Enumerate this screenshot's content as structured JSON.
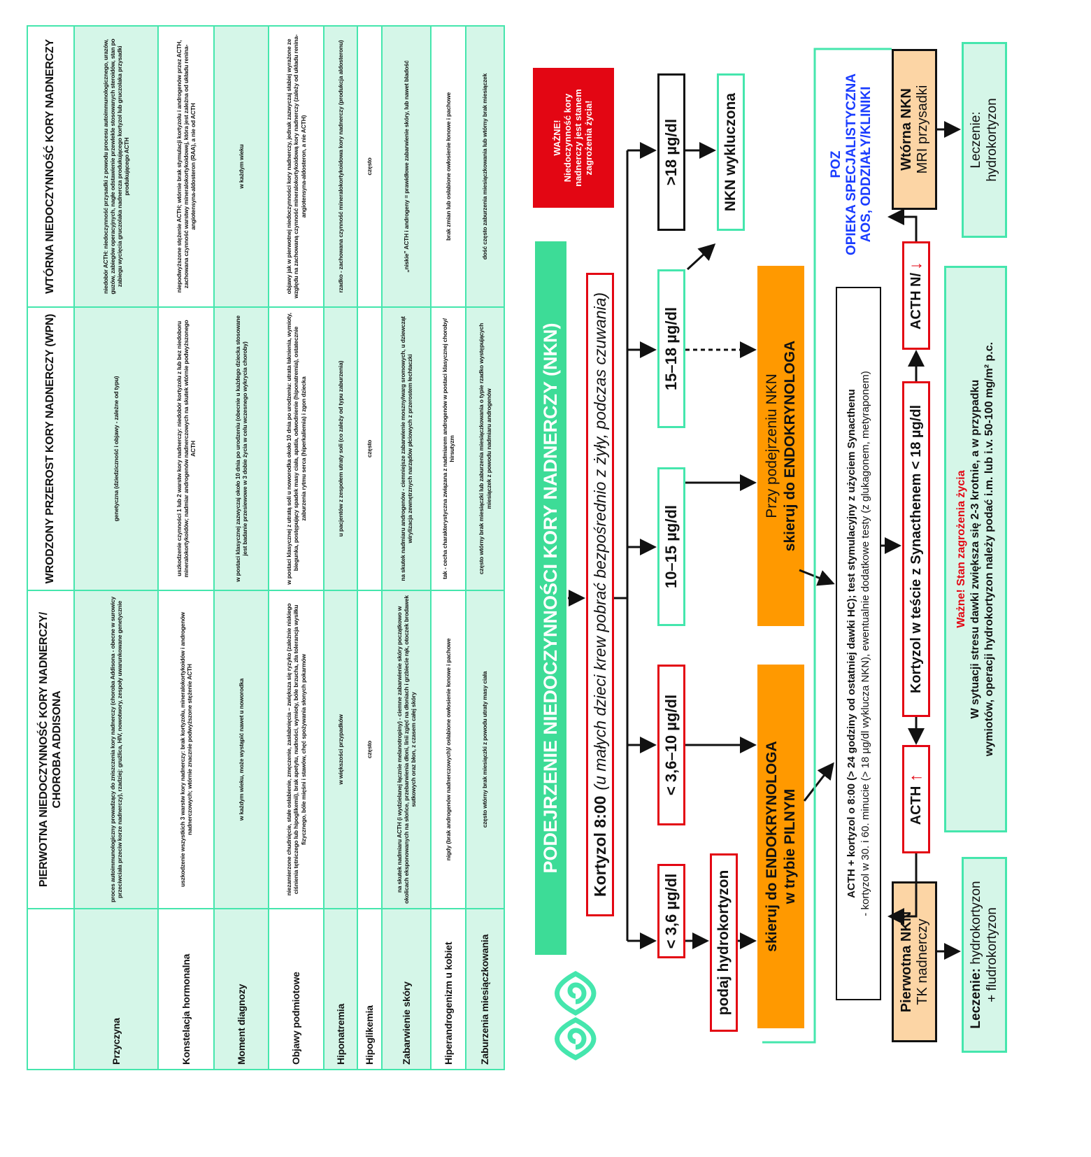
{
  "table": {
    "headers": [
      "",
      "PIERWOTNA NIEDOCZYNNOŚĆ KORY NADNERCZY/ CHOROBA ADDISONA",
      "WRODZONY PRZEROST KORY NADNERCZY (WPN)",
      "WTÓRNA NIEDOCZYNNOŚĆ KORY NADNERCZY"
    ],
    "rows": [
      {
        "label": "Przyczyna",
        "cells": [
          "proces autoimmunologiczny prowadzący do zniszczenia kory nadnerczy (choroba Addisona - obecne w surowicy przeciwciała przeciw korze nadnerczy), rzadziej: gruźlica, HIV, nowotwory, zespoły uwarunkowane genetycznie",
          "genetyczna (dziedziczność i objawy - zależne od typu)",
          "niedobór ACTH: niedoczynność przysadki z powodu procesu autoimmunologicznego, urazów, guzów, zabiegów operacyjnych, nagłe odstawienie przewlekle stosowanych steroidów, stan po zabiegu wycięcia gruczolaka nadnercza produkującego kortyzol lub gruczolaka przysadki produkującego ACTH"
        ]
      },
      {
        "label": "Konstelacja hormonalna",
        "cells": [
          "uszkodzenie wszystkich 3 warstw kory nadnerczy: brak kortyzolu, mineralokortykoidów i androgenów nadnerczowych; wtórnie znacznie podwyższone stężenie ACTH",
          "uszkodzenie czynności 1 lub 2 warstw kory nadnerczy: niedobór kortyzolu z lub bez niedoboru mineralokortykoidów; nadmiar androgenów nadnerczowych na skutek wtórnie podwyższonego ACTH",
          "niepodwyższone stężenie ACTH; wtórnie brak stymulacji kortyzolu i androgenów przez ACTH, zachowana czynność warstwy mineralokortykoidowej, która jest zależna od układu renina-angiotensyna-aldosteron (RAA), a nie od ACTH"
        ]
      },
      {
        "label": "Moment diagnozy",
        "cells": [
          "w każdym wieku, może wystąpić nawet u noworodka",
          "w postaci klasycznej zazwyczaj około 10 dnia po urodzeniu (obecnie u każdego dziecka stosowane jest badanie przesiewowe w 3 dobie życia w celu wczesnego wykrycia choroby)",
          "w każdym wieku"
        ]
      },
      {
        "label": "Objawy podmiotowe",
        "cells": [
          "niezamierzone chudnięcie, stałe osłabienie, zmęczenie, zasłabnięcia – zwiększa się ryzyko (zależnie niskiego ciśnienia tętniczego lub hipoglikemii), brak apetytu, nudności, wymioty, bóle brzucha, zła tolerancja wysiłku fizycznego, bóle mięśni i stawów, chęć spożywania słonych pokarmów",
          "w postaci klasycznej z utratą soli u noworodka około 10 dnia po urodzeniu: utrata łaknienia, wymioty, biegunka, postępujący spadek masy ciała, apatia, odwodnienie (hiponatremia), ostatecznie zaburzenia rytmu serca (hiperkaliemia) i zgon dziecka",
          "objawy jak w pierwotnej niedoczynności kory nadnerczy, jednak zazwyczaj słabiej wyrażone ze względu na zachowaną czynność mineralokortykoidową kory nadnerczy (zależy od układu renina-angiotensyna-aldosteron, a nie ACTH)"
        ]
      },
      {
        "label": "Hiponatremia",
        "cells": [
          "w większości przypadków",
          "u pacjentów z zespołem utraty soli (co zależy od typu zaburzenia)",
          "rzadko - zachowana czynność mineralokortykoidowa kory nadnerczy (produkcja aldosteronu)"
        ]
      },
      {
        "label": "Hipoglikemia",
        "cells": [
          "często",
          "często",
          "często"
        ]
      },
      {
        "label": "Zabarwienie skóry",
        "cells": [
          "na skutek nadmiaru ACTH (i wydzielanej łącznie melanotropiny) - ciemne zabarwienie skóry początkowo w okolicach eksponowanych na słońce, przebarwienia dłoni, linii zgięć na dłoniach i grzbiecie rąk, otoczek brodawek sutkowych oraz błon, z czasem całej skóry",
          "na skutek nadmiaru androgenów - ciemniejsze zabarwienie moszny/warg sromowych, u dziewcząt wirylizacja zewnętrznych narządów płciowych z przerostem łechtaczki",
          "„niskie” ACTH i androgeny = prawidłowe zabarwienie skóry, lub nawet bladość"
        ]
      },
      {
        "label": "Hiperandrogenizm u kobiet",
        "cells": [
          "nigdy (brak androgenów nadnerczowych)/ osłabione owłosienie łonowe i pachowe",
          "tak - cecha charakterystyczna związana z nadmiarem androgenów w postaci klasycznej choroby/ hirsutyzm",
          "brak zmian lub osłabione owłosienie łonowe i pachowe"
        ]
      },
      {
        "label": "Zaburzenia miesiączkowania",
        "cells": [
          "często wtórny brak miesiączki z powodu utraty masy ciała",
          "często wtórny brak miesiączki lub zaburzenia miesiączkowania o typie rzadko występujących miesiączek z powodu nadmiaru androgenów",
          "dość często zaburzenia miesiączkowania lub wtórny brak miesiączek"
        ]
      }
    ]
  },
  "warning": {
    "title": "WAŻNE!",
    "text": "Niedoczynność kory nadnerczy jest stanem zagrożenia życia!"
  },
  "flow": {
    "banner": "PODEJRZENIE NIEDOCZYNNOŚCI KORY NADNERCZY (NKN)",
    "start_bold": "Kortyzol 8:00",
    "start_italic": "(u małych dzieci krew pobrać bezpośrednio z żyły, podczas czuwania)",
    "ranges": [
      "< 3,6 µg/dl",
      "< 3,6–10 µg/dl",
      "10–15 µg/dl",
      "15–18 µg/dl",
      ">18 µg/dl"
    ],
    "give_hc": "podaj hydrokortyzon",
    "excluded": "NKN wykluczona",
    "urgent_line1": "skieruj do ENDOKRYNOLOGA",
    "urgent_line2": "w trybie PILNYM",
    "suspect_line1": "Przy podejrzeniu NKN",
    "suspect_line2": "skieruj do ENDOKRYNOLOGA",
    "poz": "POZ",
    "specialist_line1": "OPIEKA SPECJALISTYCZNA",
    "specialist_line2": "AOS, ODDZIAŁY/KLINIKI",
    "tests_line1": "ACTH + kortyzol o 8:00 (> 24 godziny od ostatniej dawki HC); test stymulacyjny z użyciem Synacthenu",
    "tests_line2": "- kortyzol w 30. i 60. minucie (> 18 µg/dl wyklucza NKN), ewentualnie dodatkowe testy (z glukagonem, metyraponem)",
    "acth_up": "ACTH",
    "synacthen": "Kortyzol w teście z Synacthenem < 18 µg/dl",
    "acth_down": "ACTH N/",
    "primary_line1": "Pierwotna NKN",
    "primary_line2": "TK nadnerczy",
    "secondary_line1": "Wtórna NKN",
    "secondary_line2": "MRI przysadki",
    "treat_primary_label": "Leczenie:",
    "treat_primary_line1": "hydrokortyzon",
    "treat_primary_line2": "+ fludrokortyzon",
    "treat_secondary_label": "Leczenie:",
    "treat_secondary_line1": "hydrokortyzon",
    "note_title": "Ważne! Stan zagrożenia życia",
    "note_line1": "W sytuacji stresu dawki zwiększa się 2-3 krotnie, a w przypadku",
    "note_line2": "wymiotów, operacji hydrokortyzon należy podać i.m. lub i.v. 50-100 mg/m² p.c."
  },
  "colors": {
    "green": "#45e6ad",
    "red": "#e30613",
    "orange": "#ff9900",
    "peach": "#fcd5a5",
    "blue": "#1a3cff",
    "light_green": "#d5f6e8"
  }
}
